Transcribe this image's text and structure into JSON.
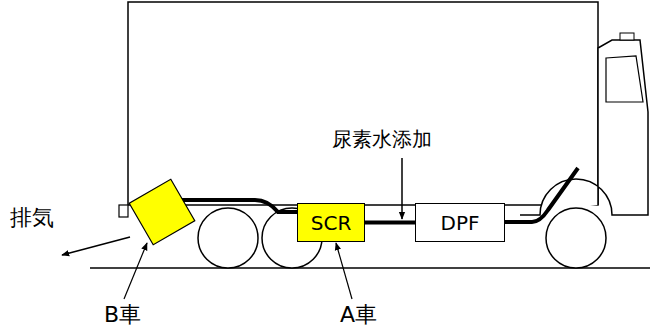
{
  "diagram": {
    "nodes": [
      {
        "text": [
          "SCR"
        ]
      },
      {
        "text": [
          "DPF"
        ]
      }
    ],
    "edges": [
      {
        "from": 1,
        "to": 0,
        "arrow": "none"
      }
    ],
    "labels": [
      "尿素水添加",
      "排気",
      "B車",
      "A車"
    ]
  }
}
